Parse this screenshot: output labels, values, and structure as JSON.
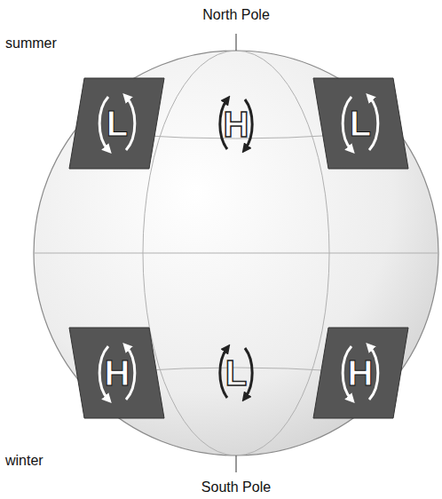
{
  "diagram": {
    "nodes": [
      {
        "text": [
          "L"
        ]
      },
      {
        "text": [
          "L"
        ]
      },
      {
        "text": [
          "H"
        ]
      },
      {
        "text": [
          "H"
        ]
      }
    ],
    "labels": [
      "North Pole",
      "summer",
      "H",
      "winter",
      "L",
      "South Pole"
    ]
  }
}
